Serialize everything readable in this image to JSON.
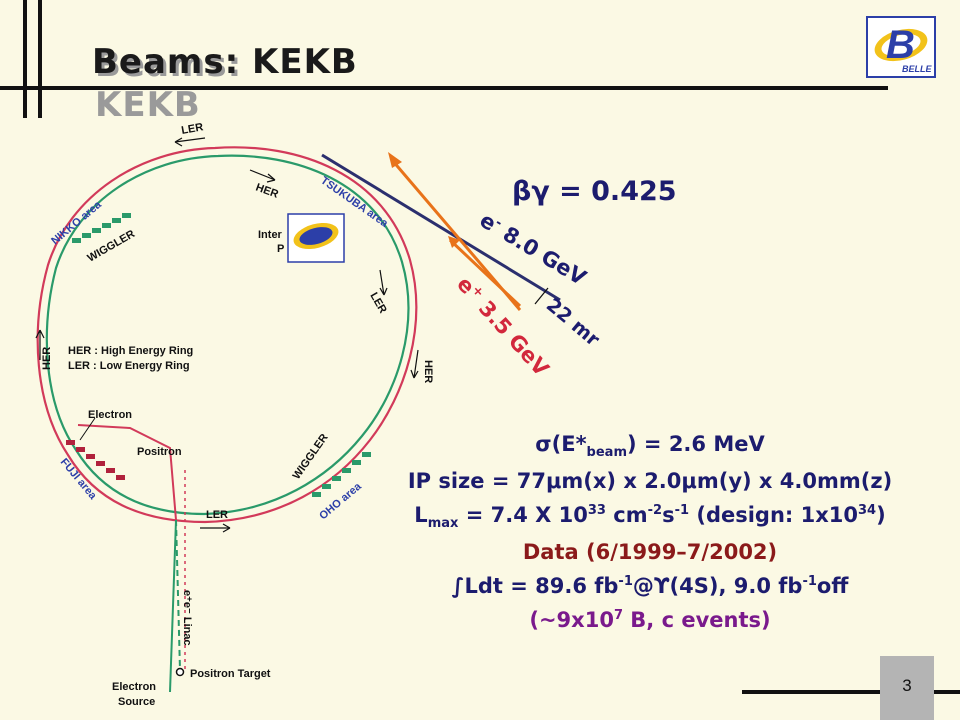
{
  "slide": {
    "title": "Beams: KEKB",
    "page_number": "3"
  },
  "logo": {
    "letter": "B",
    "caption": "BELLE"
  },
  "crossing": {
    "betagamma_symbol": "βγ",
    "betagamma_value": "= 0.425",
    "electron_particle": "e",
    "electron_charge": "-",
    "electron_energy": "8.0 GeV",
    "positron_particle": "e",
    "positron_charge": "+",
    "positron_energy": "3.5 GeV",
    "angle": "22 mr"
  },
  "ring_labels": {
    "ler_top": "LER",
    "her_top": "HER",
    "tsukuba": "TSUKUBA area",
    "nikko": "NIKKO area",
    "wiggler_top": "WIGGLER",
    "interaction_line1": "Inter",
    "interaction_line2": "P",
    "ler_right": "LER",
    "her_left": "HER",
    "her_right": "HER",
    "legend_her": "HER : High Energy Ring",
    "legend_ler": "LER :  Low Energy Ring",
    "electron": "Electron",
    "positron": "Positron",
    "wiggler_bottom": "WIGGLER",
    "fuji": "FUJI area",
    "oho": "OHO area",
    "ler_bottom": "LER",
    "linac": "e⁺e⁻ Linac",
    "positron_target": "Positron Target",
    "electron_source_1": "Electron",
    "electron_source_2": "Source"
  },
  "stats": {
    "sigma_prefix": "σ(E*",
    "sigma_sub": "beam",
    "sigma_suffix": ") = 2.6 MeV",
    "ip_size": "IP size = 77μm(x) x 2.0μm(y) x 4.0mm(z)",
    "lmax_L": "L",
    "lmax_sub": "max",
    "lmax_mid": " = 7.4 X 10",
    "lmax_exp1": "33",
    "lmax_unit": " cm",
    "lmax_exp2": "-2",
    "lmax_s": "s",
    "lmax_exp3": "-1",
    "lmax_design": " (design: 1x10",
    "lmax_exp4": "34",
    "lmax_close": ")",
    "data_period": "Data (6/1999–7/2002)",
    "lumi_prefix": "∫Ldt = 89.6 fb",
    "lumi_exp1": "-1",
    "lumi_mid": "@ϒ(4S), 9.0 fb",
    "lumi_exp2": "-1",
    "lumi_suffix": "off",
    "events_prefix": "(~9x10",
    "events_exp": "7",
    "events_suffix": " B, c events)"
  },
  "colors": {
    "background": "#fbf9e4",
    "her_ring": "#d23a5a",
    "ler_ring": "#2a9a6a",
    "electron_beam": "#2b2f6e",
    "positron_beam": "#e8731a",
    "logo_blue": "#2c3fa8",
    "logo_yellow": "#f2c21a"
  }
}
